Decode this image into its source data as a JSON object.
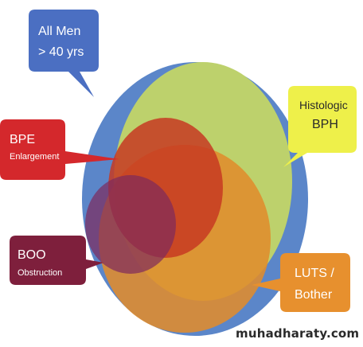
{
  "diagram": {
    "colors": {
      "all_men": "#5b86c9",
      "histologic": "#b8cf6a",
      "bpe": "#c8442a",
      "luts": "#e08a2a",
      "boo": "#8a2a5a"
    },
    "callouts": {
      "all_men": {
        "line1": "All Men",
        "line2": "> 40 yrs",
        "color": "#4b6fc2"
      },
      "histologic": {
        "line1": "Histologic",
        "line2": "BPH",
        "color": "#eef04a"
      },
      "bpe": {
        "line1": "BPE",
        "line2": "Enlargement",
        "color": "#d4282c"
      },
      "boo": {
        "line1": "BOO",
        "line2": "Obstruction",
        "color": "#7e1f3c"
      },
      "luts": {
        "line1": "LUTS /",
        "line2": "Bother",
        "color": "#e7902e"
      }
    }
  },
  "watermark": "muhadharaty.com"
}
